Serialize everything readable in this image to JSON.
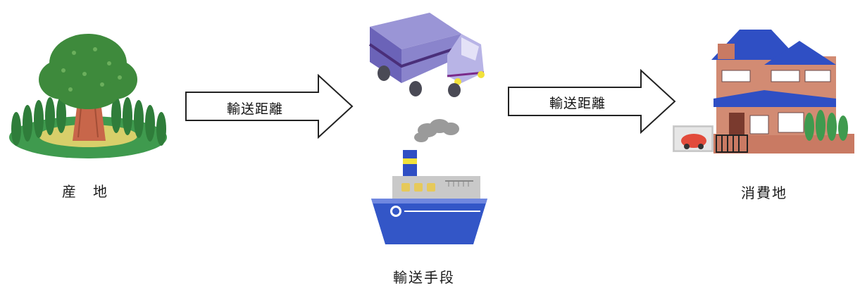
{
  "diagram": {
    "origin_label": "産　地",
    "arrow_left_label": "輸送距離",
    "arrow_right_label": "輸送距離",
    "transport_label": "輸送手段",
    "destination_label": "消費地"
  },
  "colors": {
    "tree_green": "#3f8f3a",
    "grass": "#3f9a4e",
    "truck_body": "#6b63b8",
    "ship_hull": "#3356c7",
    "house_roof": "#2f4fc4",
    "house_wall": "#c97a63"
  },
  "icons": {
    "origin": "forest-icon",
    "truck": "truck-icon",
    "ship": "ship-icon",
    "destination": "house-icon"
  }
}
